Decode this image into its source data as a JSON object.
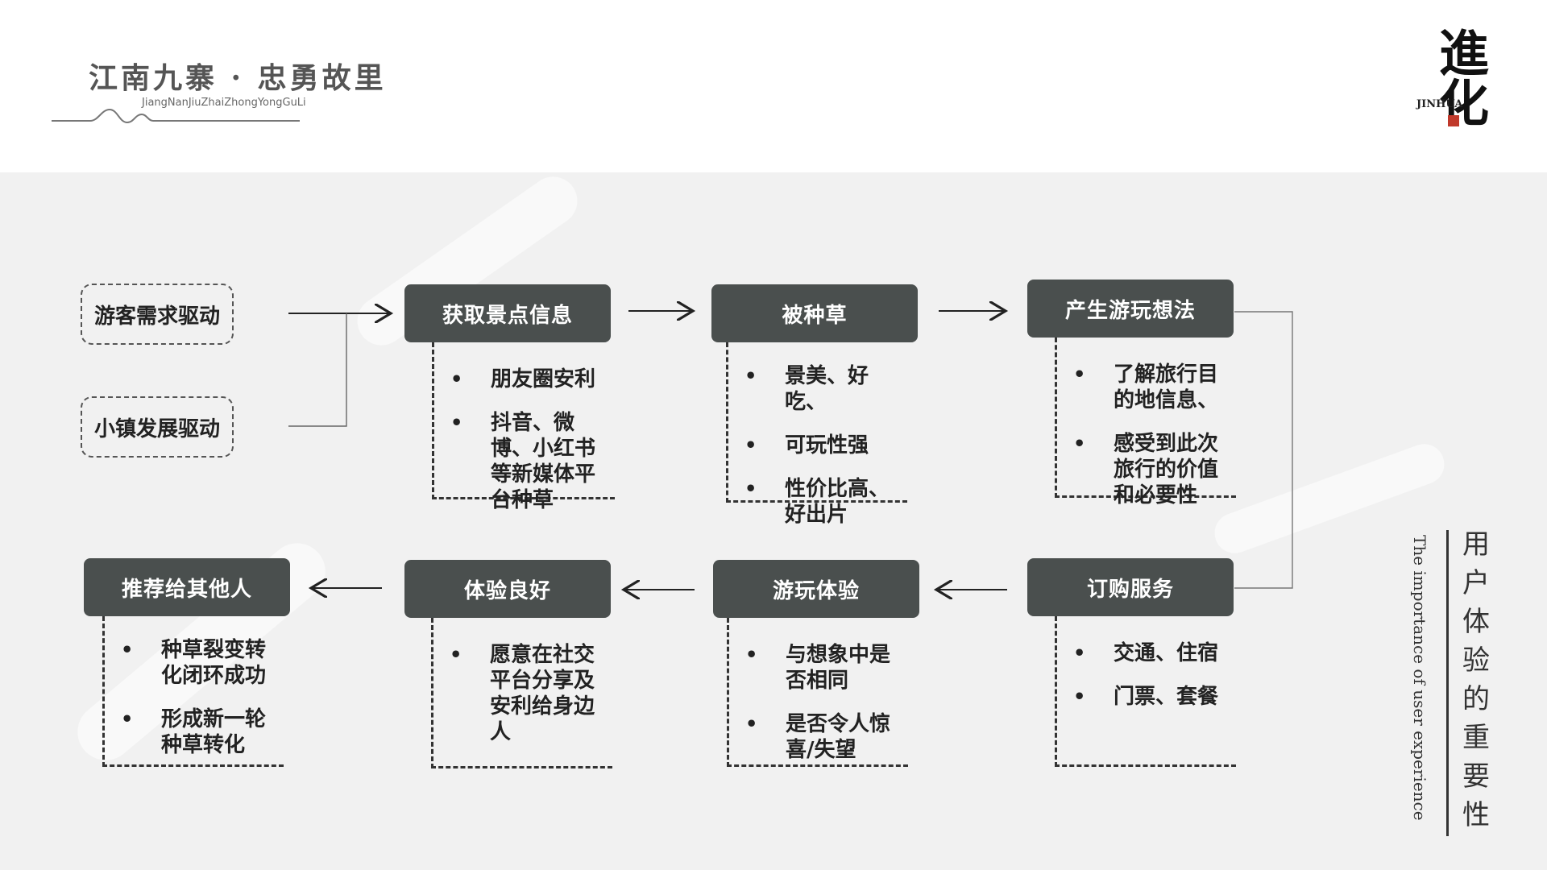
{
  "header": {
    "title": "江南九寨 · 忠勇故里",
    "subtitle": "JiangNanJiuZhaiZhongYongGuLi",
    "brand_text": "JINHUA",
    "brand_chars": "進化"
  },
  "drivers": [
    "游客需求驱动",
    "小镇发展驱动"
  ],
  "steps": [
    {
      "label": "获取景点信息",
      "items": [
        "朋友圈安利",
        "抖音、微博、小红书　 等新媒体平台种草"
      ]
    },
    {
      "label": "被种草",
      "items": [
        "景美、好吃、",
        "可玩性强",
        "性价比高、好出片"
      ]
    },
    {
      "label": "产生游玩想法",
      "items": [
        "了解旅行目的地信息、",
        "感受到此次旅行的价值和必要性"
      ]
    },
    {
      "label": "订购服务",
      "items": [
        "交通、住宿",
        "门票、套餐"
      ]
    },
    {
      "label": "游玩体验",
      "items": [
        "与想象中是否相同",
        "是否令人惊喜/失望"
      ]
    },
    {
      "label": "体验良好",
      "items": [
        "愿意在社交平台分享及安利给身边人"
      ]
    },
    {
      "label": "推荐给其他人",
      "items": [
        "种草裂变转化闭环成功",
        "形成新一轮种草转化"
      ]
    }
  ],
  "side": {
    "title_cn": "用户体验的重要性",
    "title_en": "The importance of user experience"
  },
  "colors": {
    "node_bg": "#4a4f4e",
    "panel_bg": "#f1f1f1",
    "seal": "#c0392b"
  }
}
